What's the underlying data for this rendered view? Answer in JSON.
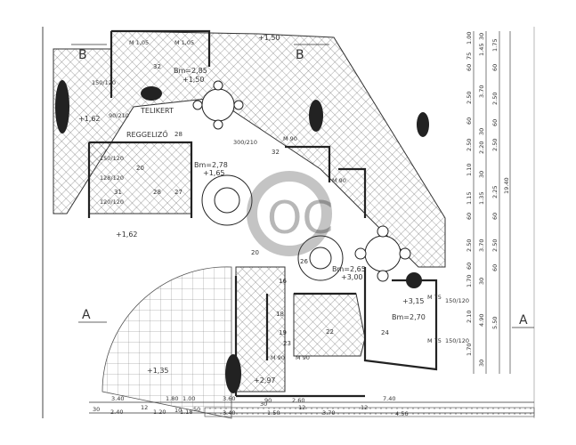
{
  "sections": {
    "b_left": "B",
    "b_right": "B",
    "a_left": "A",
    "a_right": "A"
  },
  "rooms": [
    "32",
    "28",
    "20",
    "31",
    "28",
    "27",
    "32",
    "26",
    "20",
    "16",
    "18",
    "19",
    "22",
    "23",
    "24"
  ],
  "labels": {
    "terrace": "TELIKERT",
    "breakfast": "REGGELIZŐ",
    "height_1": "Bm=2,85",
    "level_1": "+1,50",
    "height_2": "Bm=2,78",
    "level_2": "+1,65",
    "height_3": "Bm=2,65",
    "level_3": "+3,00",
    "height_4": "Bm=2,70",
    "level_4": "+3,15",
    "level_top": "+1,50",
    "level_left": "+1,62",
    "level_left2": "+1,62",
    "level_garden": "+1,35",
    "level_entry": "+2,97"
  },
  "openings": [
    "M 1,05",
    "M 1,05",
    "M 90",
    "M 90",
    "M 90",
    "M 90",
    "M 75",
    "M 75",
    "150/120",
    "150/120",
    "90/210",
    "300/210",
    "120/120",
    "128/120",
    "150/120",
    "150/120"
  ],
  "dims_right": {
    "col1": [
      "1.00",
      "75",
      "60",
      "2.50",
      "60",
      "2.50",
      "1.10",
      "1.15",
      "60",
      "2.50",
      "60",
      "1.70",
      "2.10",
      "1.70"
    ],
    "col2": [
      "30",
      "1.45",
      "3.70",
      "30",
      "2.20",
      "30",
      "1.35",
      "3.70",
      "30",
      "4.90",
      "30"
    ],
    "col3": [
      "1.75",
      "60",
      "2.50",
      "60",
      "2.50",
      "2.25",
      "60",
      "2.50",
      "60",
      "5.50"
    ],
    "total": "19.40"
  },
  "dims_bottom": [
    "3.40",
    "30",
    "2.40",
    "12",
    "1.20",
    "1.80",
    "10",
    "1.18",
    "1.00",
    "50",
    "3.60",
    "3.40",
    "90",
    "30",
    "1.50",
    "2.60",
    "12",
    "3.70",
    "7.40",
    "12",
    "4.56"
  ],
  "watermark": "OC"
}
